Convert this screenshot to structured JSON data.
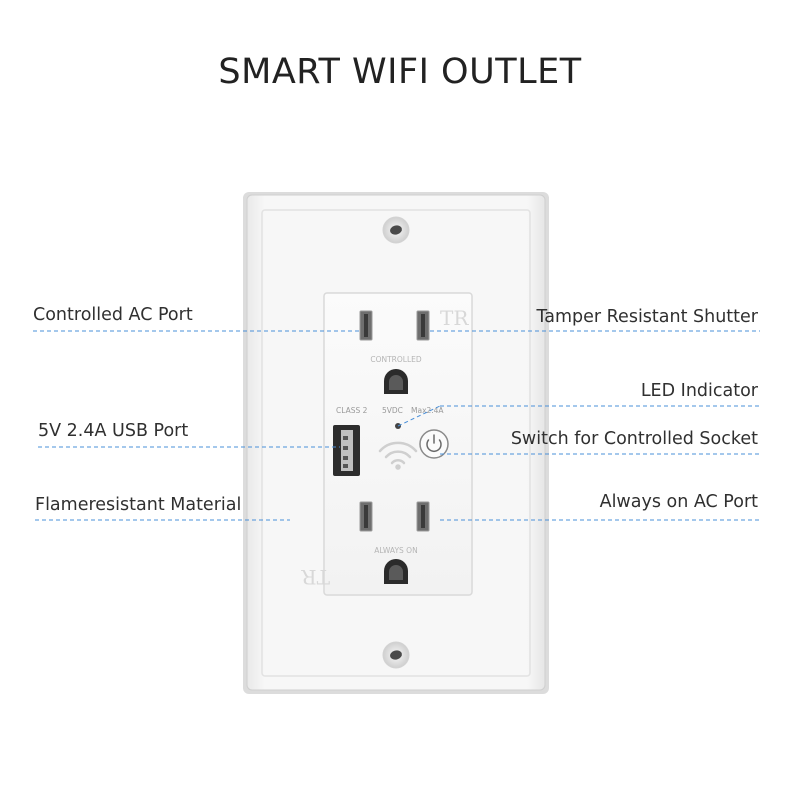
{
  "title": "SMART WIFI OUTLET",
  "labels": {
    "controlled_ac_port": "Controlled AC Port",
    "usb_port": "5V 2.4A USB Port",
    "flame_resistant": "Flameresistant Material",
    "tamper_resistant": "Tamper Resistant Shutter",
    "led_indicator": "LED Indicator",
    "switch_controlled": "Switch for Controlled Socket",
    "always_on_port": "Always on AC Port"
  },
  "device_text": {
    "tr_top": "TR",
    "tr_bottom": "TR",
    "controlled": "CONTROLLED",
    "class2": "CLASS 2",
    "vdc": "5VDC",
    "max": "Max2.4A",
    "always_on": "ALWAYS ON"
  },
  "colors": {
    "leader_line": "#4a90d9",
    "plate": "#f4f4f4",
    "title_text": "#222222"
  }
}
